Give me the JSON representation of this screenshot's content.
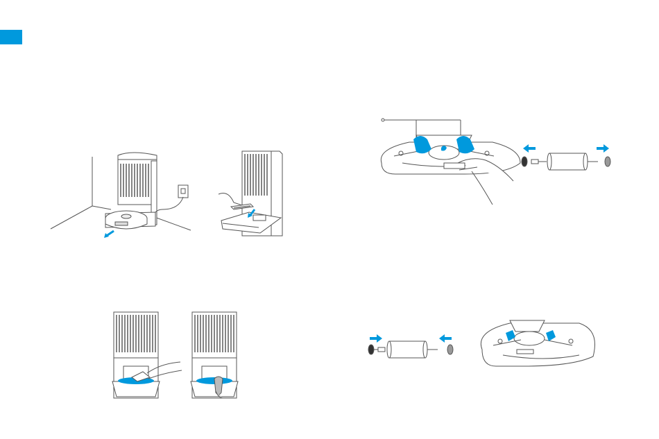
{
  "page": {
    "background": "#ffffff",
    "accent_color": "#0099dd",
    "line_color": "#555555"
  },
  "page_tab": {
    "color": "#0099dd"
  },
  "illustrations": [
    {
      "id": "dock-unplug",
      "icons": [
        "charging-dock",
        "robot-vacuum",
        "wall-outlet",
        "pull-arrow-icon"
      ]
    },
    {
      "id": "dock-ramp-clean",
      "icons": [
        "charging-dock",
        "base-plate",
        "hand",
        "brush",
        "arrow-icon"
      ]
    },
    {
      "id": "wash-tray-wipe",
      "icons": [
        "charging-dock",
        "wash-tray",
        "hand",
        "cloth"
      ]
    },
    {
      "id": "wash-tray-scrub",
      "icons": [
        "charging-dock",
        "wash-tray",
        "hand",
        "scrub-tool"
      ]
    },
    {
      "id": "roller-remove",
      "icons": [
        "base-plate",
        "roller",
        "hand",
        "left-arrow-icon",
        "right-arrow-icon",
        "callout-line"
      ]
    },
    {
      "id": "roller-reinstall",
      "icons": [
        "roller",
        "base-plate",
        "right-arrow-icon",
        "left-arrow-icon"
      ]
    }
  ]
}
